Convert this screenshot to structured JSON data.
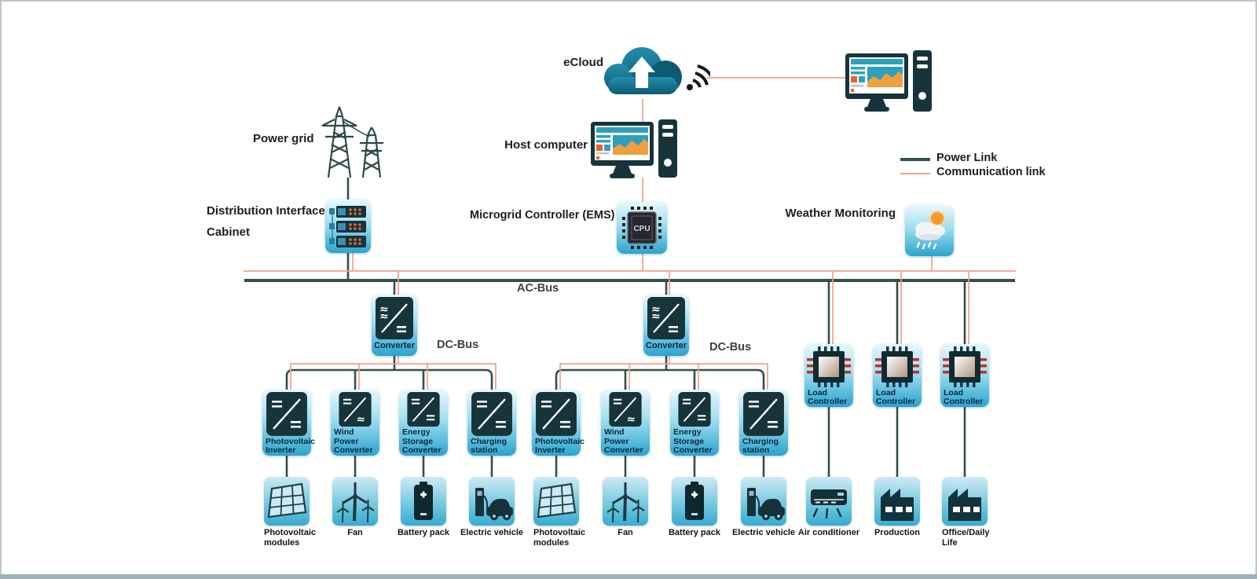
{
  "legend": {
    "power_link": "Power Link",
    "communication_link": "Communication link"
  },
  "nodes": {
    "ecloud": "eCloud",
    "host_computer": "Host computer",
    "microgrid_controller": "Microgrid Controller (EMS)",
    "power_grid": "Power grid",
    "distribution_cabinet_line1": "Distribution Interface",
    "distribution_cabinet_line2": "Cabinet",
    "weather_monitoring": "Weather Monitoring",
    "cpu": "CPU"
  },
  "buses": {
    "ac": "AC-Bus",
    "dc_left": "DC-Bus",
    "dc_right": "DC-Bus"
  },
  "converter_left": "Converter",
  "converter_right": "Converter",
  "left_group": {
    "units": [
      {
        "line1": "Photovoltaic",
        "line2": "Inverter"
      },
      {
        "line1": "Wind Power",
        "line2": "Converter"
      },
      {
        "line1": "Energy Storage",
        "line2": "Converter"
      },
      {
        "line1": "Charging",
        "line2": "station"
      }
    ],
    "devices": [
      {
        "line1": "Photovoltaic",
        "line2": "modules"
      },
      {
        "line1": "Fan",
        "line2": ""
      },
      {
        "line1": "Battery pack",
        "line2": ""
      },
      {
        "line1": "Electric vehicle",
        "line2": ""
      }
    ]
  },
  "right_group": {
    "units": [
      {
        "line1": "Photovoltaic",
        "line2": "Inverter"
      },
      {
        "line1": "Wind Power",
        "line2": "Converter"
      },
      {
        "line1": "Energy Storage",
        "line2": "Converter"
      },
      {
        "line1": "Charging",
        "line2": "station"
      }
    ],
    "devices": [
      {
        "line1": "Photovoltaic",
        "line2": "modules"
      },
      {
        "line1": "Fan",
        "line2": ""
      },
      {
        "line1": "Battery pack",
        "line2": ""
      },
      {
        "line1": "Electric vehicle",
        "line2": ""
      }
    ]
  },
  "load_controllers": [
    {
      "line1": "Load",
      "line2": "Controller"
    },
    {
      "line1": "Load",
      "line2": "Controller"
    },
    {
      "line1": "Load",
      "line2": "Controller"
    }
  ],
  "load_devices": [
    {
      "line1": "Air conditioner",
      "line2": ""
    },
    {
      "line1": "Production",
      "line2": ""
    },
    {
      "line1": "Office/Daily",
      "line2": "Life"
    }
  ],
  "colors": {
    "power_link": "#33504e",
    "communication_link": "#f2a189",
    "tile_cyan": "#2ba4cc",
    "dark_box": "#17343b"
  }
}
